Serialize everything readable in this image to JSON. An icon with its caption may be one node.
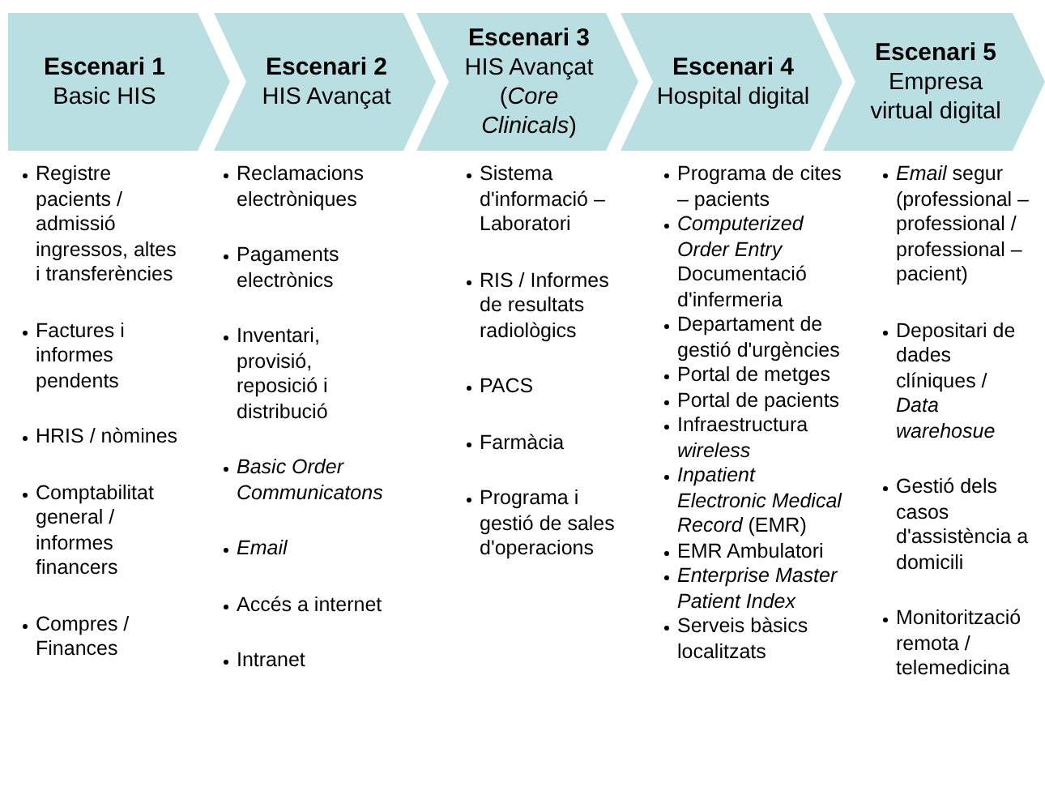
{
  "diagram": {
    "nodes": [
      {
        "text": [
          "Escenari 1",
          "Basic HIS"
        ],
        "beside": [
          "Registre pacients / admissió ingressos, altes i transferències",
          "Factures i informes pendents",
          "HRIS / nòmines",
          "Comptabilitat general / informes financers",
          "Compres / Finances"
        ]
      },
      {
        "text": [
          "Escenari 2",
          "HIS Avançat"
        ],
        "beside": [
          "Reclamacions electròniques",
          "Pagaments electrònics",
          "Inventari, provisió, reposició i distribució",
          "Basic Order Communicatons",
          "Email",
          "Accés a internet",
          "Intranet"
        ]
      },
      {
        "text": [
          "Escenari 3",
          "HIS Avançat (*Core Clinicals*)"
        ],
        "beside": [
          "Sistema d'informació – Laboratori",
          "RIS / Informes de resultats radiològics",
          "PACS",
          "Farmàcia",
          "Programa i gestió de sales d'operacions"
        ]
      },
      {
        "text": [
          "Escenari 4",
          "Hospital digital"
        ],
        "beside": [
          "Programa de cites – pacients",
          "*Computerized Order Entry* Documentació d'infermeria",
          "Departament de gestió d'urgències",
          "Portal de metges",
          "Portal de pacients",
          "Infraestructura *wireless*",
          "*Inpatient Electronic Medical Record* (EMR)",
          "EMR Ambulatori",
          "Enterprise Master Patient Index",
          "Serveis bàsics localitzats"
        ]
      },
      {
        "text": [
          "Escenari 5",
          "Empresa virtual digital"
        ],
        "beside": [
          "*Email* segur (professional – professional / professional – pacient)",
          "Depositari de dades clíniques / *Data warehosue*",
          "Gestió dels casos d'assistència a domicili",
          "Monitorització remota / telemedicina"
        ]
      }
    ],
    "edges": []
  }
}
